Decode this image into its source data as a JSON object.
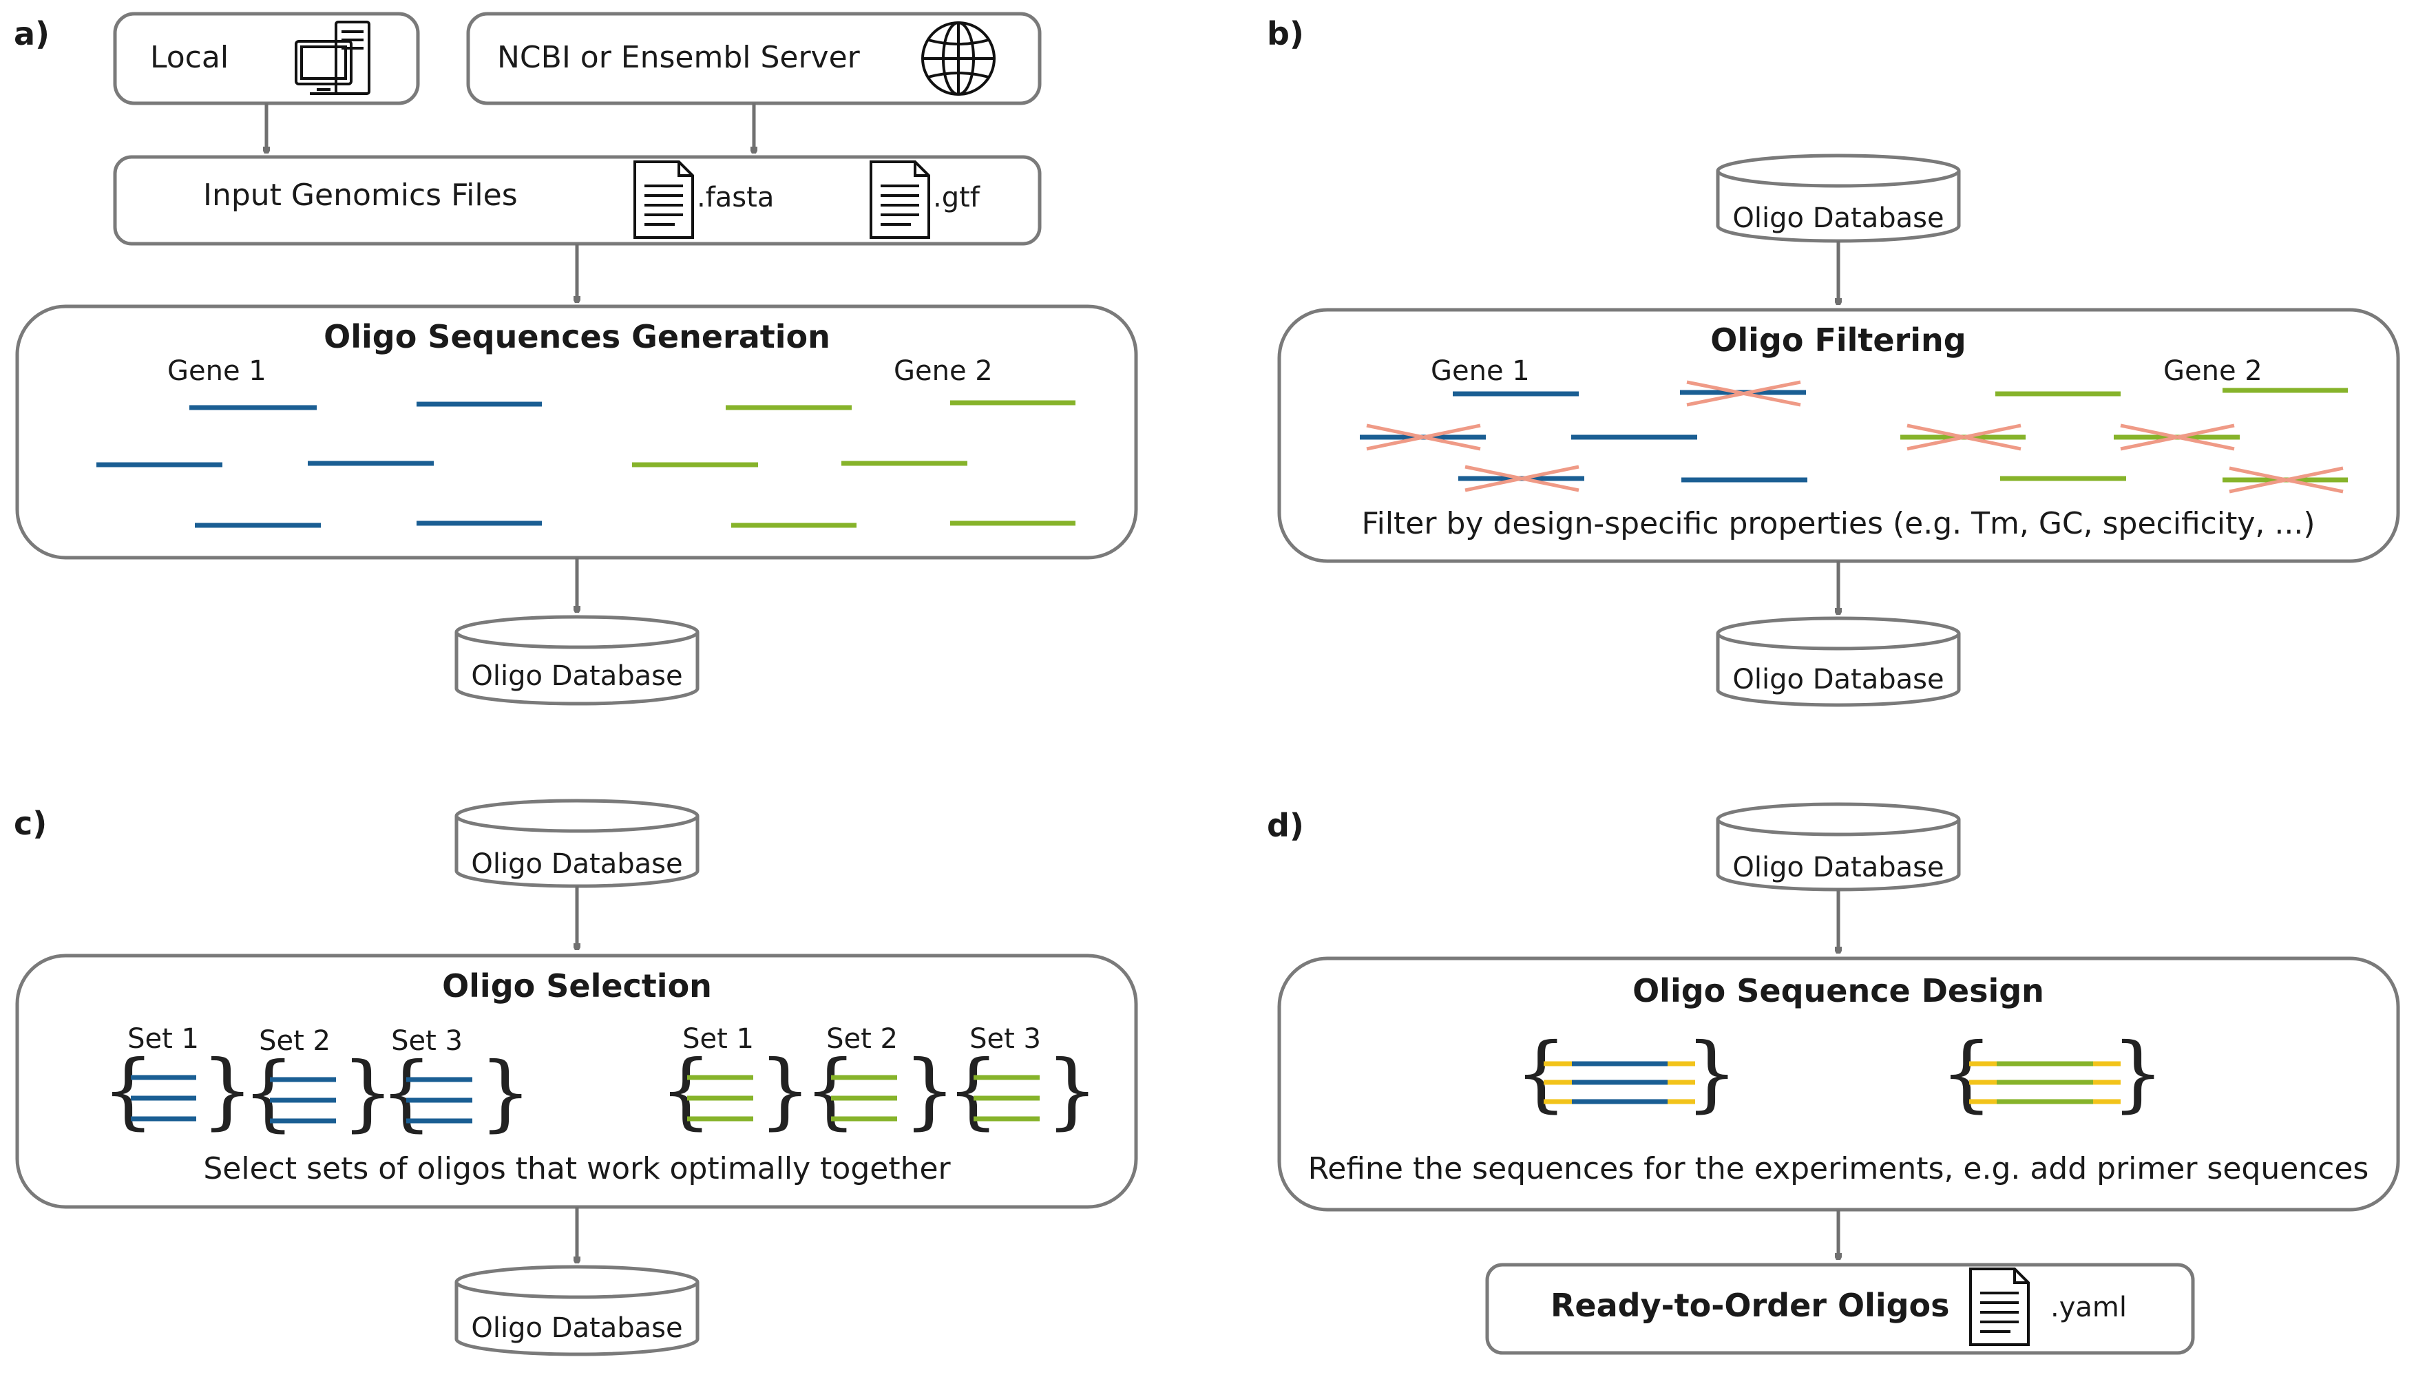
{
  "panels": {
    "a": {
      "label": "a)",
      "local_label": "Local",
      "server_label": "NCBI or Ensembl Server",
      "input_label": "Input Genomics  Files",
      "file1": ".fasta",
      "file2": ".gtf",
      "title": "Oligo Sequences Generation",
      "gene1": "Gene 1",
      "gene2": "Gene 2",
      "db": "Oligo Database"
    },
    "b": {
      "label": "b)",
      "db_in": "Oligo Database",
      "title": "Oligo Filtering",
      "gene1": "Gene 1",
      "gene2": "Gene 2",
      "caption": "Filter by design-specific properties (e.g. Tm, GC, specificity, ...)",
      "db_out": "Oligo Database"
    },
    "c": {
      "label": "c)",
      "db_in": "Oligo Database",
      "title": "Oligo Selection",
      "sets": [
        "Set 1",
        "Set 2",
        "Set 3",
        "Set 1",
        "Set 2",
        "Set 3"
      ],
      "caption": "Select sets of oligos that work optimally together",
      "db_out": "Oligo Database"
    },
    "d": {
      "label": "d)",
      "db_in": "Oligo Database",
      "title": "Oligo Sequence Design",
      "caption": "Refine the sequences for the experiments, e.g. add primer sequences",
      "output_label": "Ready-to-Order Oligos",
      "file": ".yaml"
    }
  },
  "colors": {
    "gene1": "#1a5e93",
    "gene2": "#86b32a",
    "primer": "#f2c31a",
    "filtered_cross": "#ef9a86",
    "box_stroke": "#7a7a7a"
  },
  "icons": [
    "computer-icon",
    "globe-icon",
    "document-icon"
  ]
}
